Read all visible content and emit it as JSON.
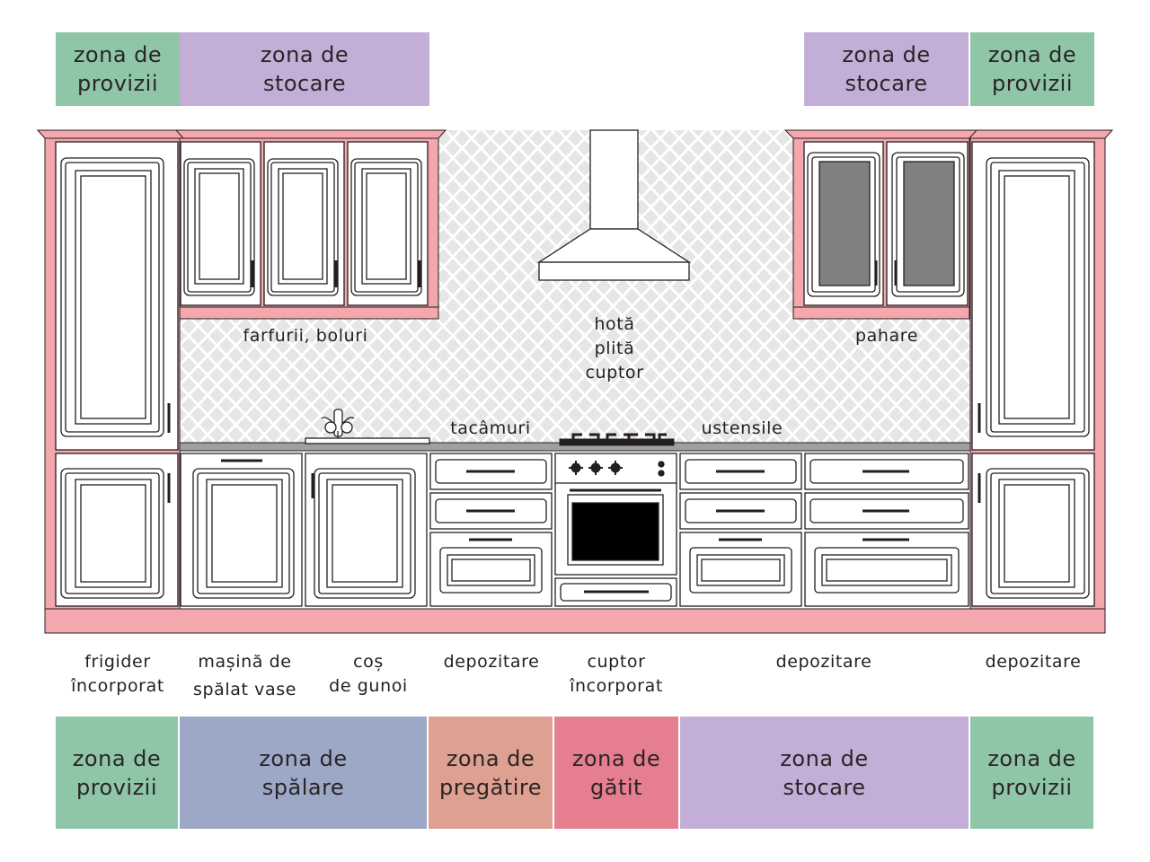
{
  "top_zones": [
    {
      "line1": "zona de",
      "line2": "provizii",
      "color": "#8fc6a7"
    },
    {
      "line1": "zona de",
      "line2": "stocare",
      "color": "#c2aed6"
    },
    {
      "line1": "zona de",
      "line2": "stocare",
      "color": "#c2aed6"
    },
    {
      "line1": "zona de",
      "line2": "provizii",
      "color": "#8fc6a7"
    }
  ],
  "inner_labels": {
    "plates": "farfurii, boluri",
    "hood": [
      "hotă",
      "plită",
      "cuptor"
    ],
    "glasses": "pahare",
    "cutlery": "tacâmuri",
    "utensils": "ustensile"
  },
  "bottom_labels": [
    {
      "line1": "frigider",
      "line2": "încorporat"
    },
    {
      "line1": "mașină de",
      "line2": "spălat vase"
    },
    {
      "line1": "coș",
      "line2": "de gunoi"
    },
    {
      "line1": "depozitare",
      "line2": ""
    },
    {
      "line1": "cuptor",
      "line2": "încorporat"
    },
    {
      "line1": "depozitare",
      "line2": ""
    },
    {
      "line1": "depozitare",
      "line2": ""
    }
  ],
  "bottom_zones": [
    {
      "line1": "zona de",
      "line2": "provizii",
      "color": "#8fc6a7"
    },
    {
      "line1": "zona de",
      "line2": "spălare",
      "color": "#9da7c6"
    },
    {
      "line1": "zona de",
      "line2": "pregătire",
      "color": "#dea090"
    },
    {
      "line1": "zona de",
      "line2": "gătit",
      "color": "#e57f8f"
    },
    {
      "line1": "zona de",
      "line2": "stocare",
      "color": "#c2aed6"
    },
    {
      "line1": "zona de",
      "line2": "provizii",
      "color": "#8fc6a7"
    }
  ],
  "colors": {
    "cabinet_pink": "#f4a7ac",
    "tile_bg": "#e6e6e6",
    "countertop": "#a0a0a0",
    "glass": "#808080",
    "outline": "#231f20"
  }
}
